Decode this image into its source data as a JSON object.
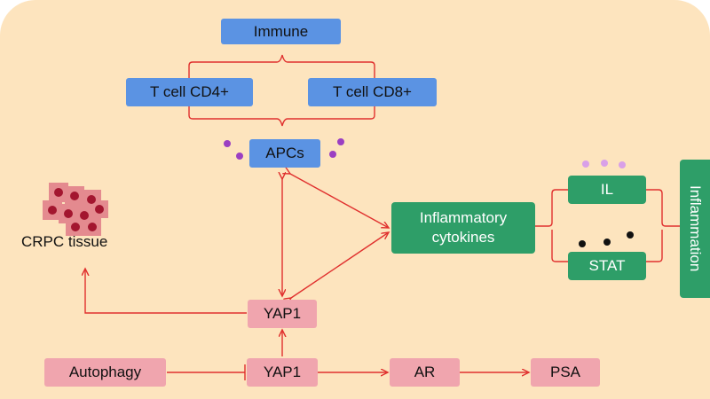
{
  "nodes": {
    "immune": "Immune",
    "tcd4": "T cell CD4+",
    "tcd8": "T cell CD8+",
    "apcs": "APCs",
    "inflammatory_cytokines": "Inflammatory\ncytokines",
    "il": "IL",
    "stat": "STAT",
    "inflammation": "Inflammation",
    "crpc_tissue": "CRPC tissue",
    "yap1_top": "YAP1",
    "autophagy": "Autophagy",
    "yap1_bottom": "YAP1",
    "ar": "AR",
    "psa": "PSA"
  },
  "colors": {
    "background": "#fde4be",
    "blue_node": "#5b93e3",
    "pink_node": "#f0a5ae",
    "green_node": "#2e9e68",
    "connector": "#e0302e",
    "cell_body": "#e48a8f",
    "cell_nucleus": "#a3162f"
  }
}
